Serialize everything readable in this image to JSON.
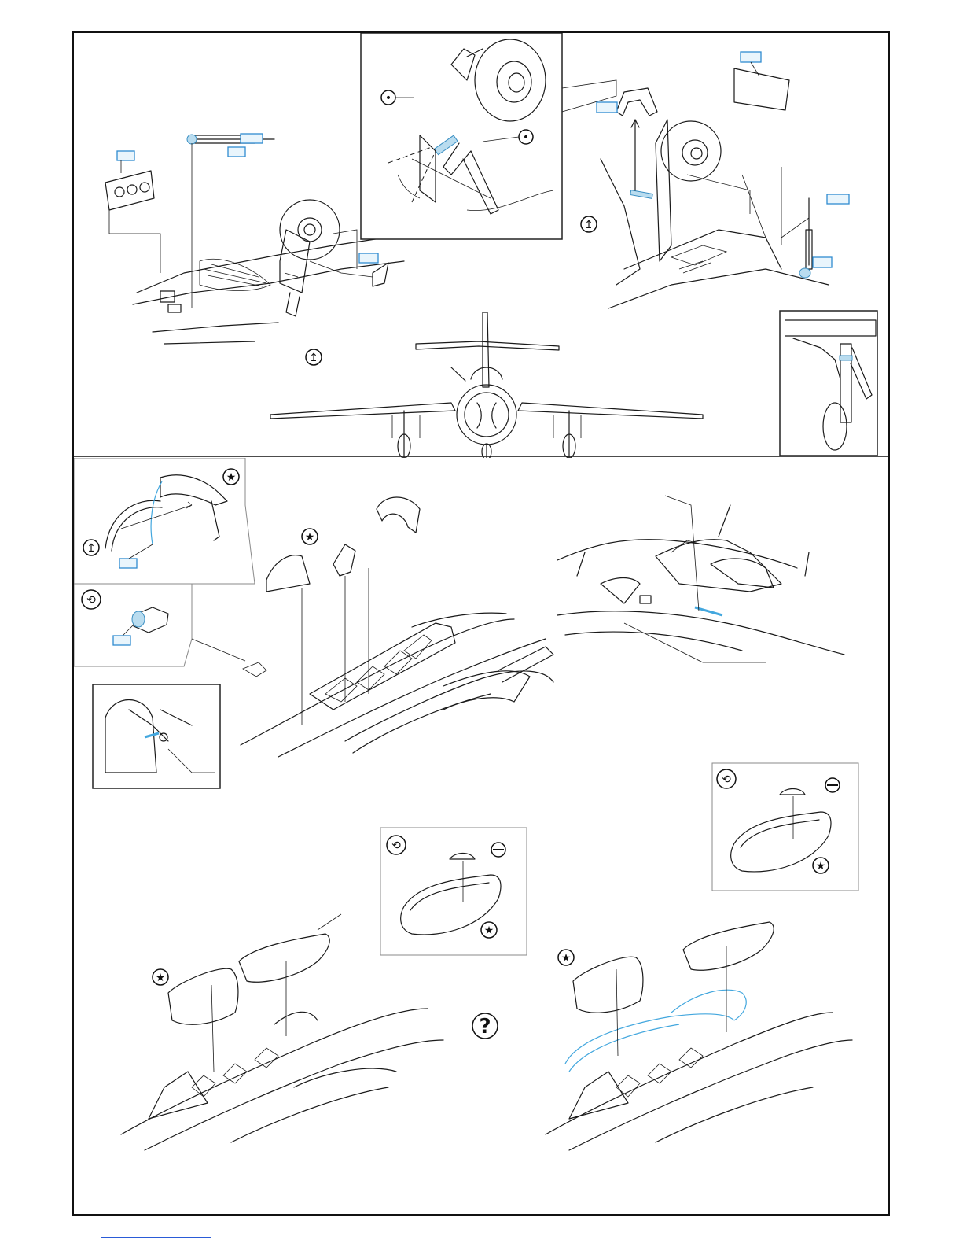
{
  "sheet": {
    "sections": [
      {
        "id": "main-landing-gear",
        "steps": 3
      },
      {
        "id": "cockpit-canopy",
        "steps": 5
      }
    ]
  },
  "symbols": {
    "bend": "↥",
    "rotate": "⟲",
    "star": "★",
    "question": "?",
    "paint": "•"
  },
  "colors": {
    "line": "#1a1a1a",
    "photo_etch_fill": "#b9dcef",
    "photo_etch_stroke": "#3a8fc3",
    "part_label_border": "#2f8bd0",
    "footer_link": "#2a5bd7"
  },
  "icons": [
    "bend-arrow-icon",
    "rotate-part-icon",
    "star-icon",
    "question-icon",
    "paint-dot-icon"
  ]
}
